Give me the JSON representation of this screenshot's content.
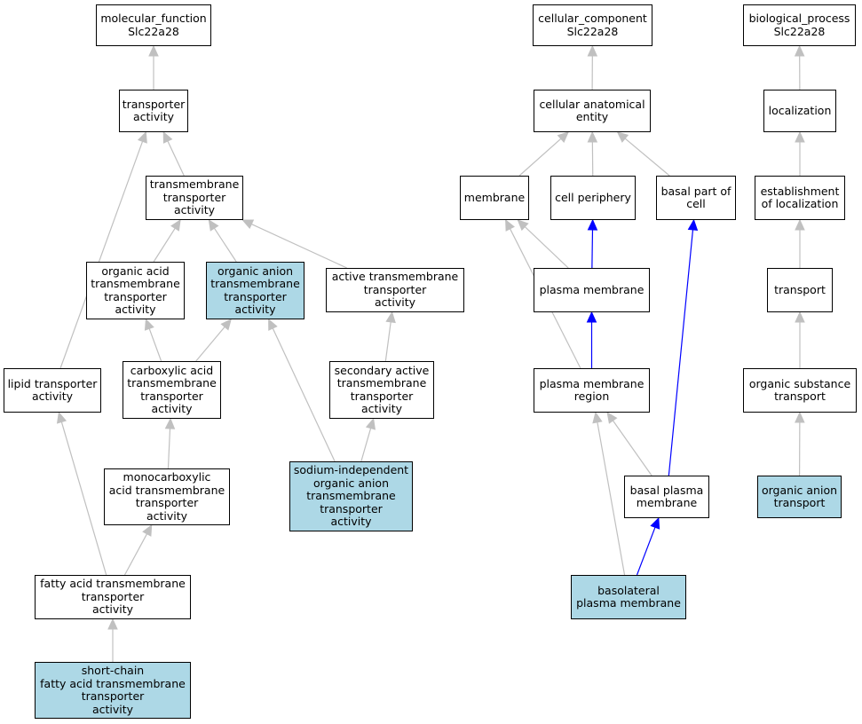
{
  "colors": {
    "highlight": "#add8e6",
    "edge_gray": "#c0c0c0",
    "edge_blue": "#0000ff",
    "border": "#000000"
  },
  "nodes": [
    {
      "id": "mf",
      "label": "molecular_function\nSlc22a28",
      "highlight": false
    },
    {
      "id": "ta",
      "label": "transporter\nactivity",
      "highlight": false
    },
    {
      "id": "tta",
      "label": "transmembrane\ntransporter\nactivity",
      "highlight": false
    },
    {
      "id": "oat",
      "label": "organic acid\ntransmembrane\ntransporter\nactivity",
      "highlight": false
    },
    {
      "id": "oant",
      "label": "organic anion\ntransmembrane\ntransporter\nactivity",
      "highlight": true
    },
    {
      "id": "atta",
      "label": "active transmembrane\ntransporter\nactivity",
      "highlight": false
    },
    {
      "id": "lta",
      "label": "lipid transporter\nactivity",
      "highlight": false
    },
    {
      "id": "cat",
      "label": "carboxylic acid\ntransmembrane\ntransporter\nactivity",
      "highlight": false
    },
    {
      "id": "sat",
      "label": "secondary active\ntransmembrane\ntransporter\nactivity",
      "highlight": false
    },
    {
      "id": "mct",
      "label": "monocarboxylic\nacid transmembrane\ntransporter\nactivity",
      "highlight": false
    },
    {
      "id": "sioa",
      "label": "sodium-independent\norganic anion\ntransmembrane\ntransporter\nactivity",
      "highlight": true
    },
    {
      "id": "fat",
      "label": "fatty acid transmembrane\ntransporter\nactivity",
      "highlight": false
    },
    {
      "id": "scfa",
      "label": "short-chain\nfatty acid transmembrane\ntransporter\nactivity",
      "highlight": true
    },
    {
      "id": "cc",
      "label": "cellular_component\nSlc22a28",
      "highlight": false
    },
    {
      "id": "cae",
      "label": "cellular anatomical\nentity",
      "highlight": false
    },
    {
      "id": "mem",
      "label": "membrane",
      "highlight": false
    },
    {
      "id": "cp",
      "label": "cell periphery",
      "highlight": false
    },
    {
      "id": "bpc",
      "label": "basal part of\ncell",
      "highlight": false
    },
    {
      "id": "pm",
      "label": "plasma membrane",
      "highlight": false
    },
    {
      "id": "pmr",
      "label": "plasma membrane\nregion",
      "highlight": false
    },
    {
      "id": "bpm",
      "label": "basal plasma\nmembrane",
      "highlight": false
    },
    {
      "id": "blpm",
      "label": "basolateral\nplasma membrane",
      "highlight": true
    },
    {
      "id": "bp",
      "label": "biological_process\nSlc22a28",
      "highlight": false
    },
    {
      "id": "loc",
      "label": "localization",
      "highlight": false
    },
    {
      "id": "eol",
      "label": "establishment\nof localization",
      "highlight": false
    },
    {
      "id": "tr",
      "label": "transport",
      "highlight": false
    },
    {
      "id": "ost",
      "label": "organic substance\ntransport",
      "highlight": false
    },
    {
      "id": "oant2",
      "label": "organic anion\ntransport",
      "highlight": true
    }
  ],
  "edges": [
    {
      "from": "ta",
      "to": "mf",
      "color": "gray"
    },
    {
      "from": "tta",
      "to": "ta",
      "color": "gray"
    },
    {
      "from": "lta",
      "to": "ta",
      "color": "gray"
    },
    {
      "from": "oat",
      "to": "tta",
      "color": "gray"
    },
    {
      "from": "oant",
      "to": "tta",
      "color": "gray"
    },
    {
      "from": "atta",
      "to": "tta",
      "color": "gray"
    },
    {
      "from": "cat",
      "to": "oat",
      "color": "gray"
    },
    {
      "from": "cat",
      "to": "oant",
      "color": "gray"
    },
    {
      "from": "sioa",
      "to": "oant",
      "color": "gray"
    },
    {
      "from": "sat",
      "to": "atta",
      "color": "gray"
    },
    {
      "from": "sioa",
      "to": "sat",
      "color": "gray"
    },
    {
      "from": "mct",
      "to": "cat",
      "color": "gray"
    },
    {
      "from": "fat",
      "to": "mct",
      "color": "gray"
    },
    {
      "from": "fat",
      "to": "lta",
      "color": "gray"
    },
    {
      "from": "scfa",
      "to": "fat",
      "color": "gray"
    },
    {
      "from": "cae",
      "to": "cc",
      "color": "gray"
    },
    {
      "from": "mem",
      "to": "cae",
      "color": "gray"
    },
    {
      "from": "cp",
      "to": "cae",
      "color": "gray"
    },
    {
      "from": "bpc",
      "to": "cae",
      "color": "gray"
    },
    {
      "from": "pm",
      "to": "mem",
      "color": "gray"
    },
    {
      "from": "pm",
      "to": "cp",
      "color": "blue"
    },
    {
      "from": "pmr",
      "to": "pm",
      "color": "blue"
    },
    {
      "from": "pmr",
      "to": "mem",
      "color": "gray"
    },
    {
      "from": "bpm",
      "to": "pmr",
      "color": "gray"
    },
    {
      "from": "bpm",
      "to": "bpc",
      "color": "blue"
    },
    {
      "from": "blpm",
      "to": "pmr",
      "color": "gray"
    },
    {
      "from": "blpm",
      "to": "bpm",
      "color": "blue"
    },
    {
      "from": "loc",
      "to": "bp",
      "color": "gray"
    },
    {
      "from": "eol",
      "to": "loc",
      "color": "gray"
    },
    {
      "from": "tr",
      "to": "eol",
      "color": "gray"
    },
    {
      "from": "ost",
      "to": "tr",
      "color": "gray"
    },
    {
      "from": "oant2",
      "to": "ost",
      "color": "gray"
    }
  ]
}
